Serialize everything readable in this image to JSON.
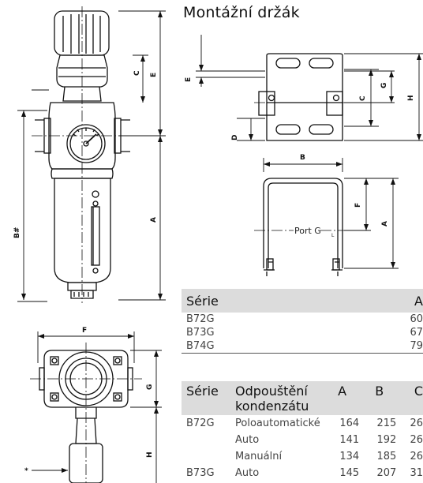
{
  "title": "Montážní držák",
  "labels": {
    "A": "A",
    "B": "B",
    "C": "C",
    "D": "D",
    "E": "E",
    "F": "F",
    "G": "G",
    "H": "H",
    "B_hash": "B#",
    "star": "*",
    "port": "Port G"
  },
  "table1": {
    "headers": [
      "Série",
      "A"
    ],
    "rows": [
      {
        "serie": "B72G",
        "a": "60"
      },
      {
        "serie": "B73G",
        "a": "67"
      },
      {
        "serie": "B74G",
        "a": "79"
      }
    ]
  },
  "table2": {
    "headers": [
      "Série",
      "Odpouštění kondenzátu",
      "A",
      "B",
      "C"
    ],
    "rows": [
      [
        "B72G",
        "Poloautomatické",
        "164",
        "215",
        "26"
      ],
      [
        "",
        "Auto",
        "141",
        "192",
        "26"
      ],
      [
        "",
        "Manuální",
        "134",
        "185",
        "26"
      ],
      [
        "B73G",
        "Auto",
        "145",
        "207",
        "31"
      ]
    ]
  },
  "colors": {
    "header_bg": "#dcdcdc",
    "line": "#111111"
  }
}
